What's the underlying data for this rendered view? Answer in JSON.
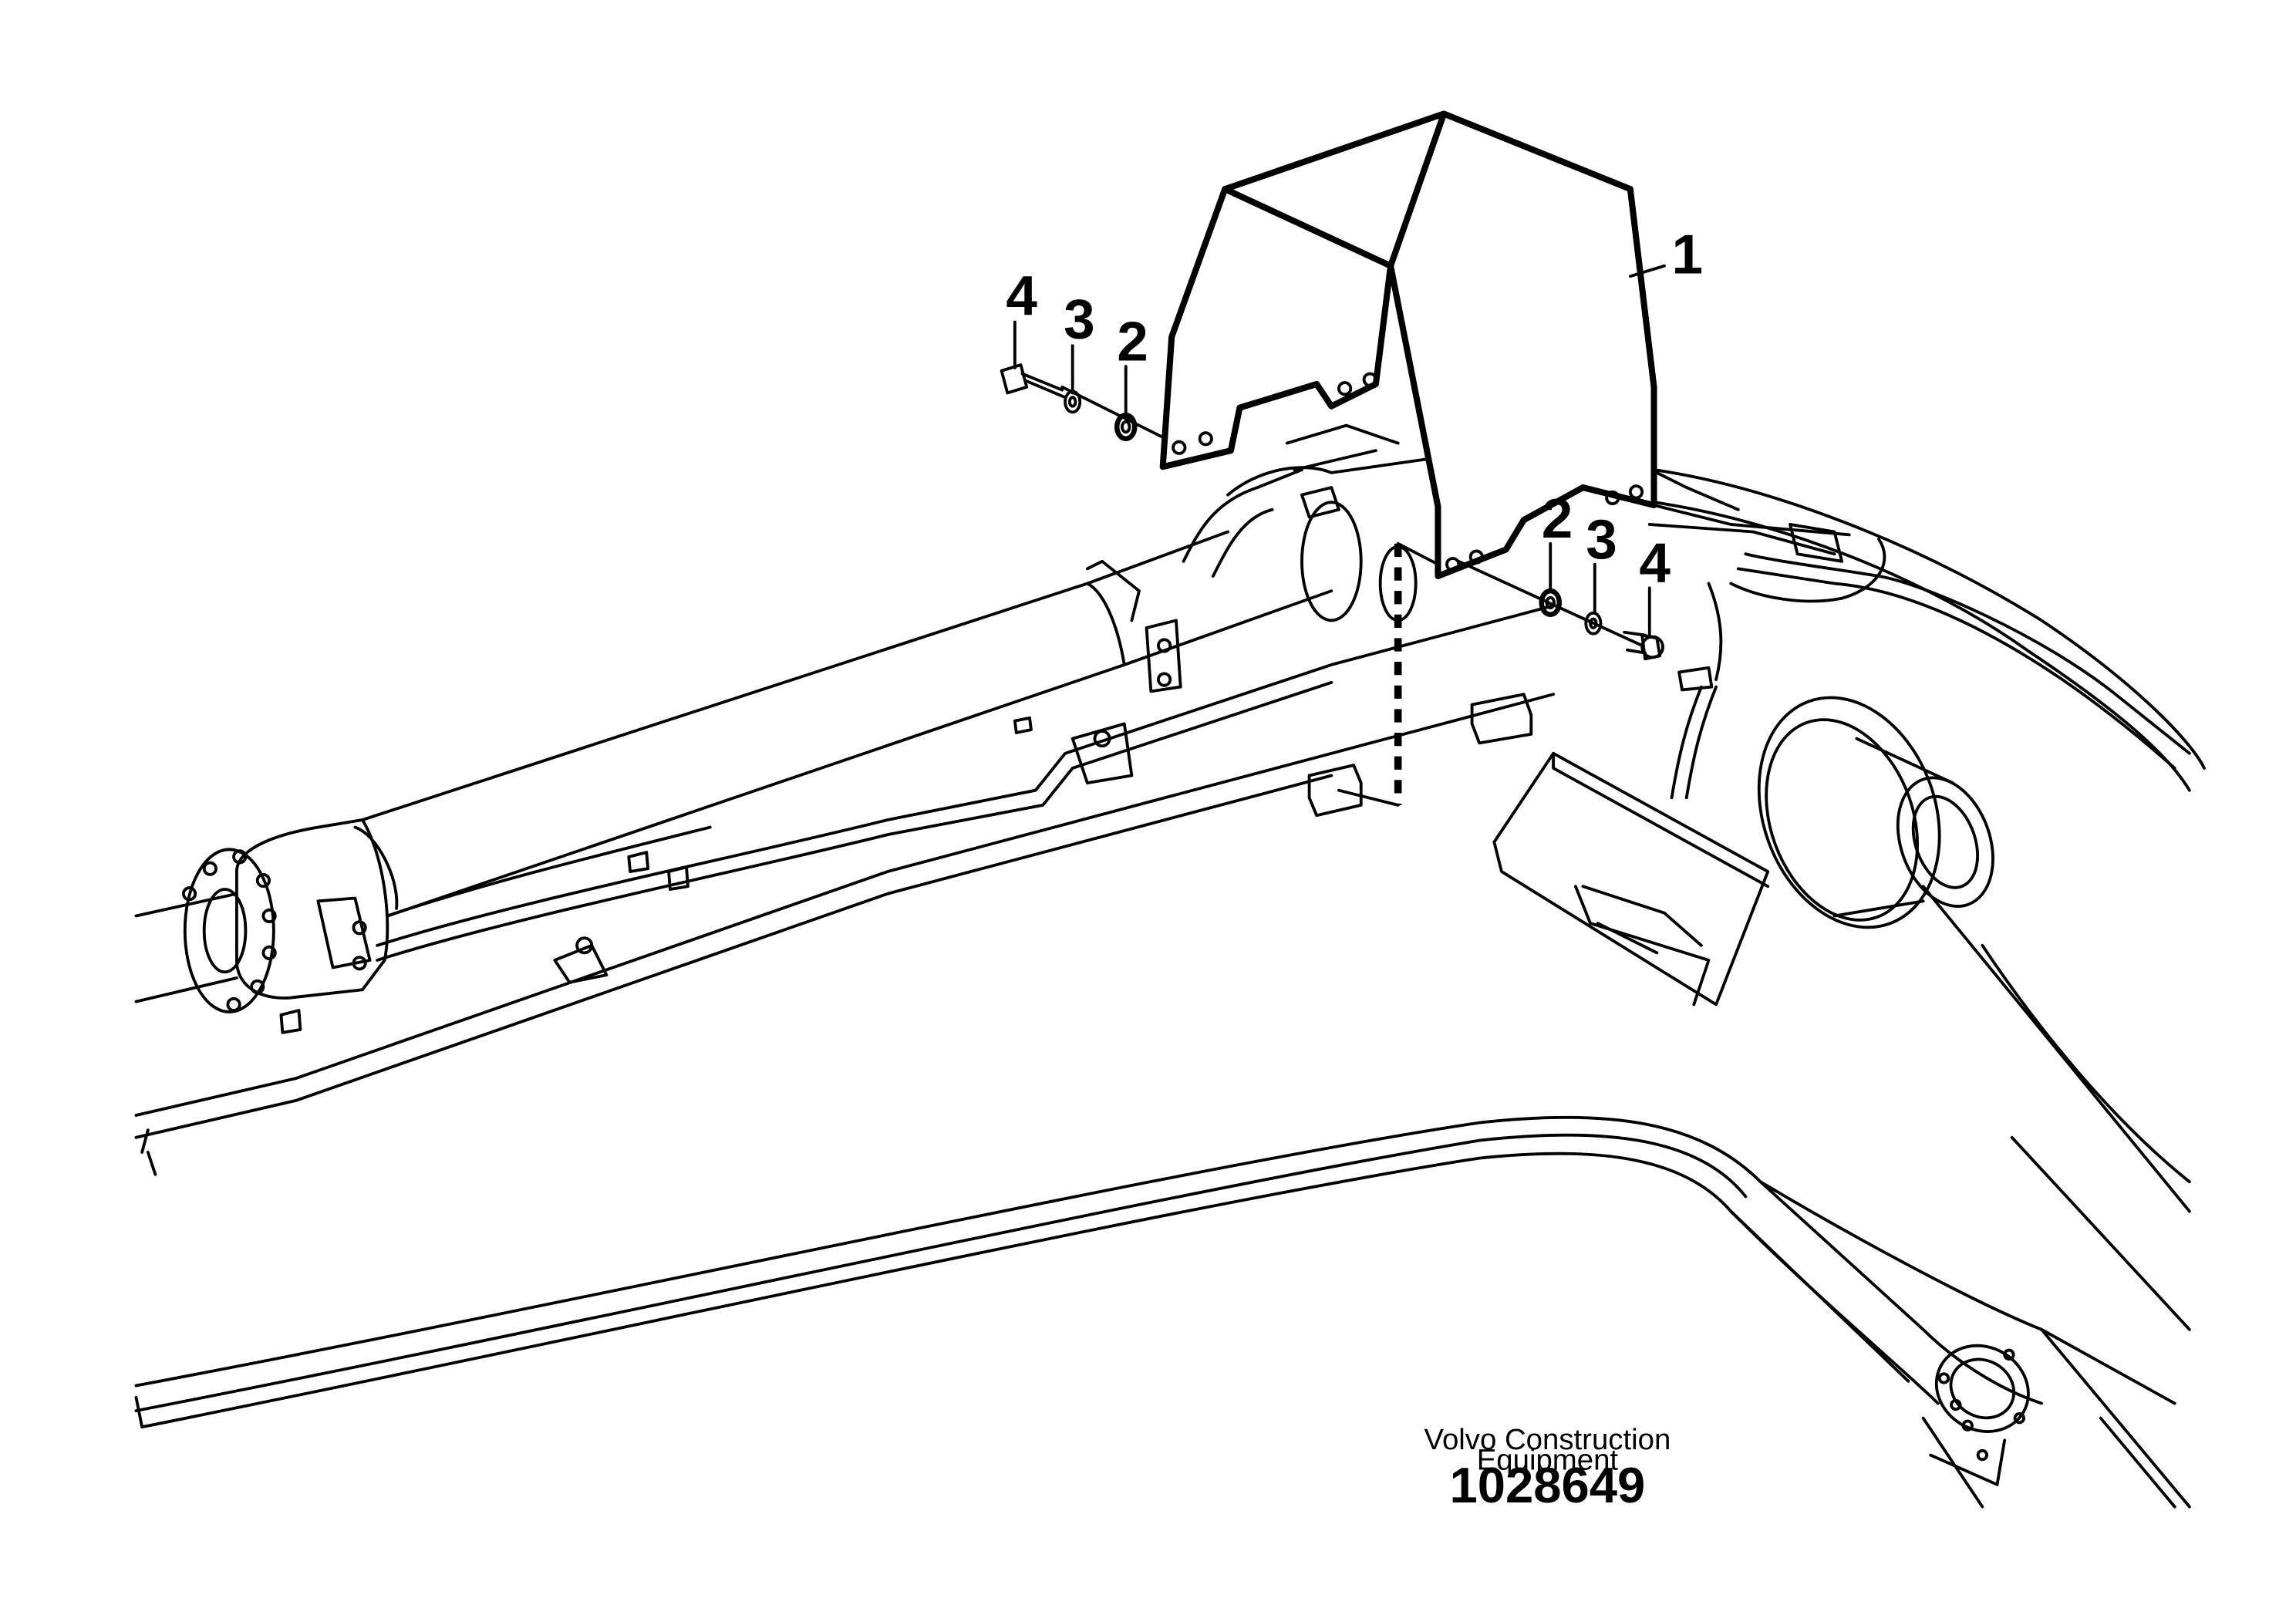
{
  "callouts": [
    {
      "id": "1",
      "text": "1"
    },
    {
      "id": "2a",
      "text": "2"
    },
    {
      "id": "3a",
      "text": "3"
    },
    {
      "id": "4a",
      "text": "4"
    },
    {
      "id": "2b",
      "text": "2"
    },
    {
      "id": "3b",
      "text": "3"
    },
    {
      "id": "4b",
      "text": "4"
    }
  ],
  "title_block": {
    "manufacturer_line1": "Volvo Construction",
    "manufacturer_line2": "Equipment",
    "drawing_number": "1028649"
  }
}
